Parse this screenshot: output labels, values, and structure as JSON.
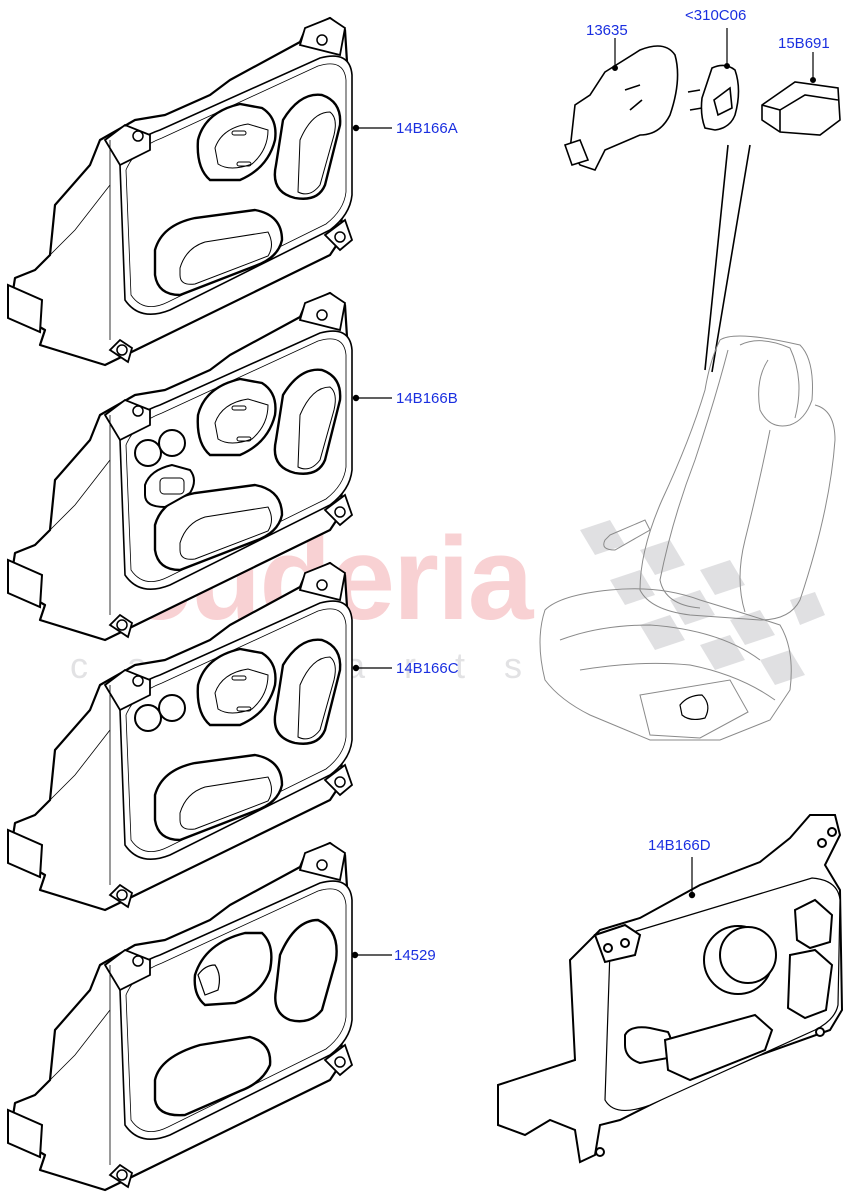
{
  "diagram": {
    "type": "parts-catalog-exploded-view",
    "subject": "Seat switch assemblies",
    "colors": {
      "callout_text": "#1a2fe0",
      "line_art": "#000000",
      "seat_line_art": "#8a8a8a",
      "watermark_text": "#f7c9cc",
      "watermark_sub": "#e2e2e4",
      "checker": "#d9d9dc",
      "background": "#ffffff"
    },
    "watermark": {
      "main": "scuderia",
      "sub": "car parts"
    },
    "callouts": [
      {
        "id": "14B166A",
        "label": "14B166A",
        "part": "seat-switch-panel-a"
      },
      {
        "id": "14B166B",
        "label": "14B166B",
        "part": "seat-switch-panel-b"
      },
      {
        "id": "14B166C",
        "label": "14B166C",
        "part": "seat-switch-panel-c"
      },
      {
        "id": "14529",
        "label": "14529",
        "part": "seat-switch-panel-basic"
      },
      {
        "id": "13635",
        "label": "13635",
        "part": "switch-knob-assembly"
      },
      {
        "id": "310C06",
        "label": "<310C06",
        "part": "switch-bezel"
      },
      {
        "id": "15B691",
        "label": "15B691",
        "part": "switch-connector-module"
      },
      {
        "id": "14B166D",
        "label": "14B166D",
        "part": "seat-switch-panel-rotary"
      }
    ]
  }
}
